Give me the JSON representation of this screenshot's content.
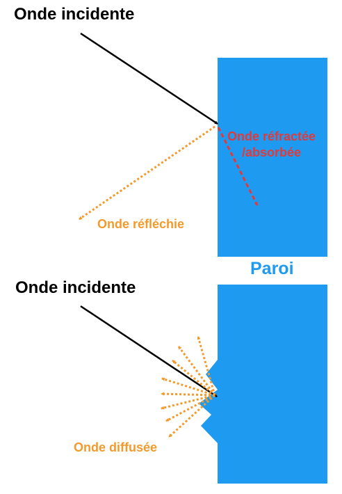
{
  "colors": {
    "wall": "#1e9bf0",
    "wall_label": "#1e9bf0",
    "incident": "#000000",
    "reflected": "#f39a2c",
    "refracted": "#e23a3a",
    "diffused": "#f39a2c"
  },
  "top_panel": {
    "incident_label": "Onde incidente",
    "refracted_label_line1": "Onde réfractée",
    "refracted_label_line2": "/absorbée",
    "reflected_label": "Onde réfléchie"
  },
  "wall_label": "Paroi",
  "bottom_panel": {
    "incident_label": "Onde incidente",
    "diffused_label": "Onde diffusée"
  }
}
